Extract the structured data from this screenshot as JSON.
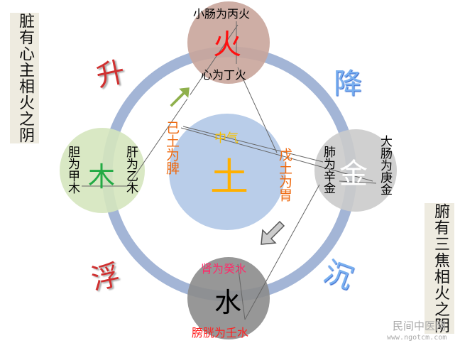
{
  "left_box": "脏有心主相火之阴",
  "right_box": "腑有三焦相火之阴",
  "fire": {
    "element": "火",
    "top": "小肠为丙火",
    "bottom": "心为丁火",
    "color": "#c9a59b"
  },
  "wood": {
    "element": "木",
    "left": "胆为甲木",
    "right": "肝为乙木",
    "color": "#d5e5be"
  },
  "metal": {
    "element": "金",
    "left": "肺为辛金",
    "right": "大肠为庚金",
    "color": "#cbcbcb"
  },
  "water": {
    "element": "水",
    "top": "肾为癸水",
    "bottom": "膀胱为壬水",
    "color": "#8c8c8c"
  },
  "earth": {
    "element": "土",
    "label": "中气",
    "left": "己土为脾",
    "right": "戊土为胃",
    "color": "#b9cde9"
  },
  "directions": {
    "rise": "升",
    "descend": "降",
    "float": "浮",
    "sink": "沉"
  },
  "watermark": {
    "name": "民间中医网",
    "url": "www.ngotcm.com"
  }
}
